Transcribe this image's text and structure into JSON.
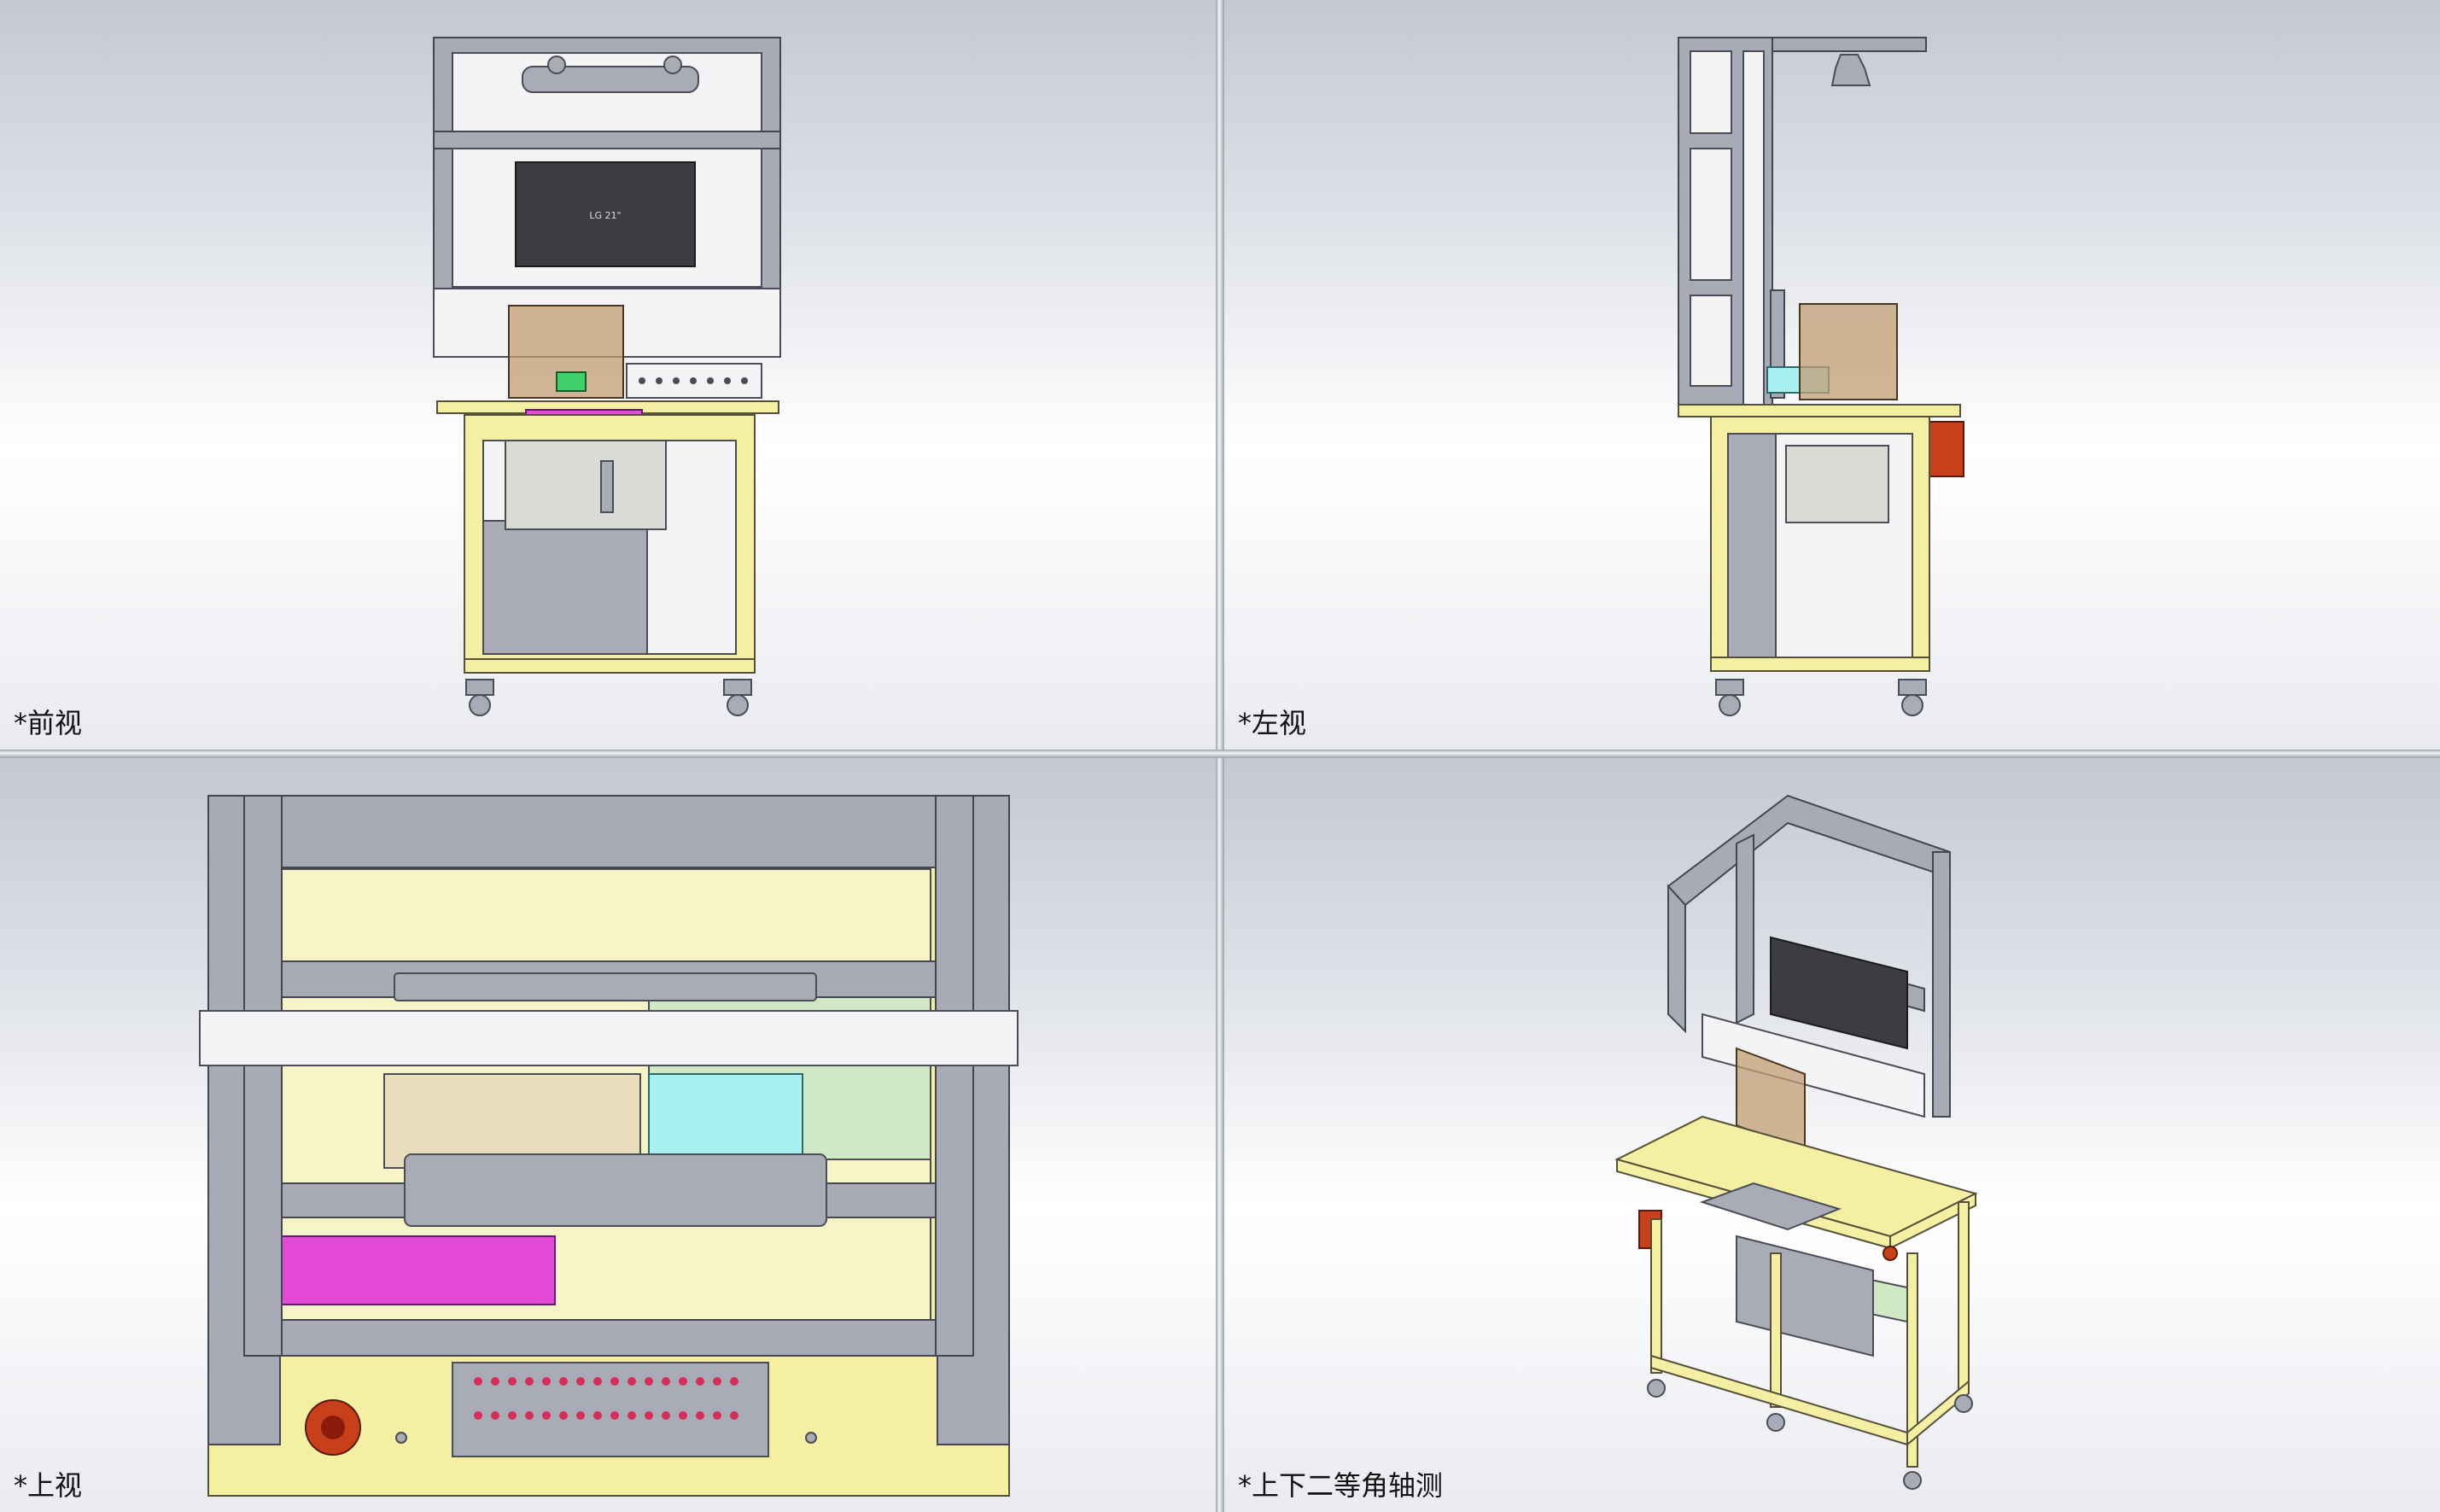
{
  "views": {
    "front": {
      "label": "*前视"
    },
    "left": {
      "label": "*左视"
    },
    "top": {
      "label": "*上视"
    },
    "iso": {
      "label": "*上下二等角轴测"
    }
  },
  "monitor": {
    "brand_text": "LG  21\""
  },
  "colors": {
    "frame_gray": "#a8abb6",
    "table_yellow": "#f4efa2",
    "emergency_red": "#c8401a",
    "acrylic_brown": "#c29d74",
    "magenta_part": "#e34ad7",
    "cyan_part": "#a8f1f0",
    "green_pcb": "#cfe8c6",
    "background_top": "#c4c8d2",
    "background_bottom": "#ffffff"
  }
}
